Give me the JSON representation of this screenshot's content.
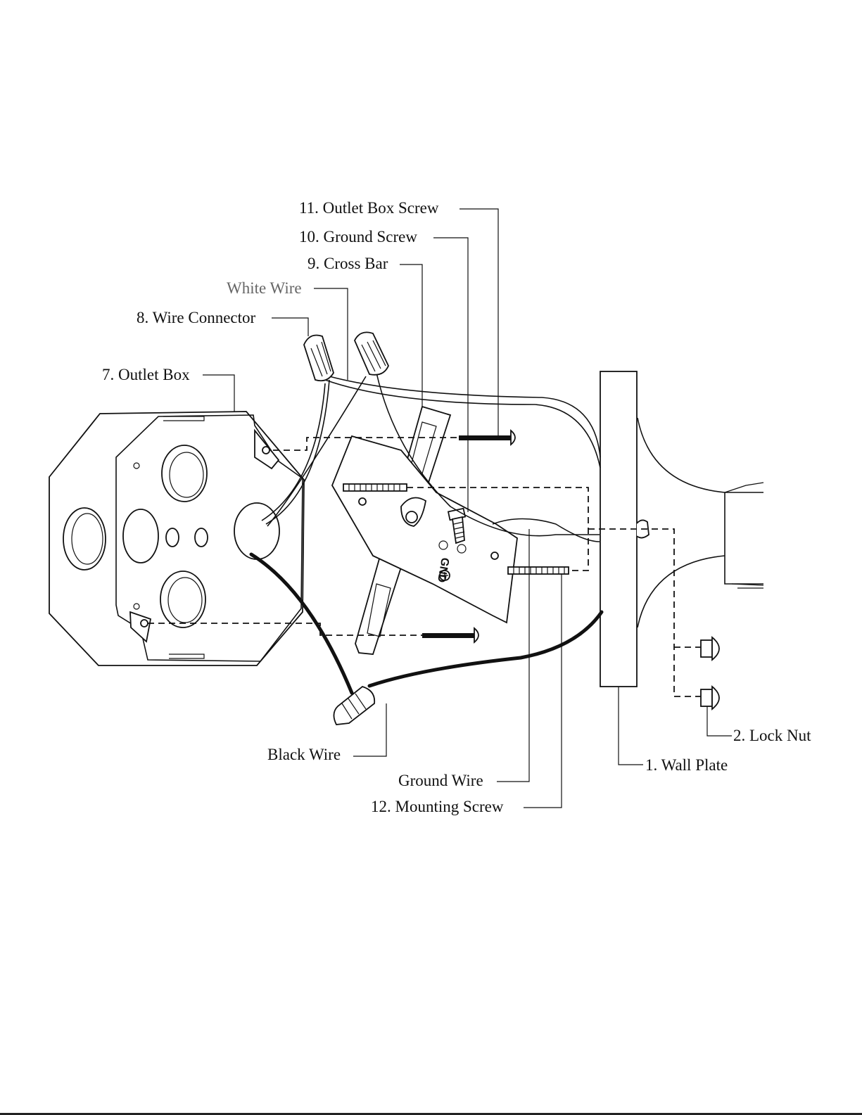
{
  "labels": {
    "outlet_box_screw": "11. Outlet Box Screw",
    "ground_screw": "10. Ground Screw",
    "cross_bar": "9. Cross Bar",
    "white_wire": "White Wire",
    "wire_connector": "8. Wire Connector",
    "outlet_box": "7. Outlet Box",
    "black_wire": "Black Wire",
    "ground_wire": "Ground Wire",
    "mounting_screw": "12. Mounting Screw",
    "wall_plate": "1. Wall Plate",
    "lock_nut": "2. Lock Nut",
    "gnd_stamp": "GND"
  }
}
